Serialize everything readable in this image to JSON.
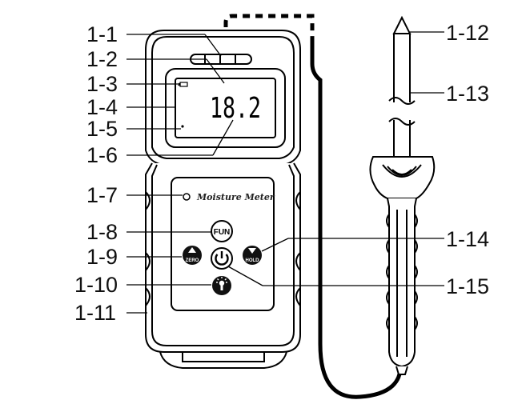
{
  "diagram": {
    "callouts": {
      "c1": "1-1",
      "c2": "1-2",
      "c3": "1-3",
      "c4": "1-4",
      "c5": "1-5",
      "c6": "1-6",
      "c7": "1-7",
      "c8": "1-8",
      "c9": "1-9",
      "c10": "1-10",
      "c11": "1-11",
      "c12": "1-12",
      "c13": "1-13",
      "c14": "1-14",
      "c15": "1-15"
    },
    "brand_text": "Moisture Meter",
    "lcd_reading": "18.2",
    "buttons": {
      "fun": "FUN",
      "zero": "ZERO",
      "hold": "HOLD"
    }
  }
}
